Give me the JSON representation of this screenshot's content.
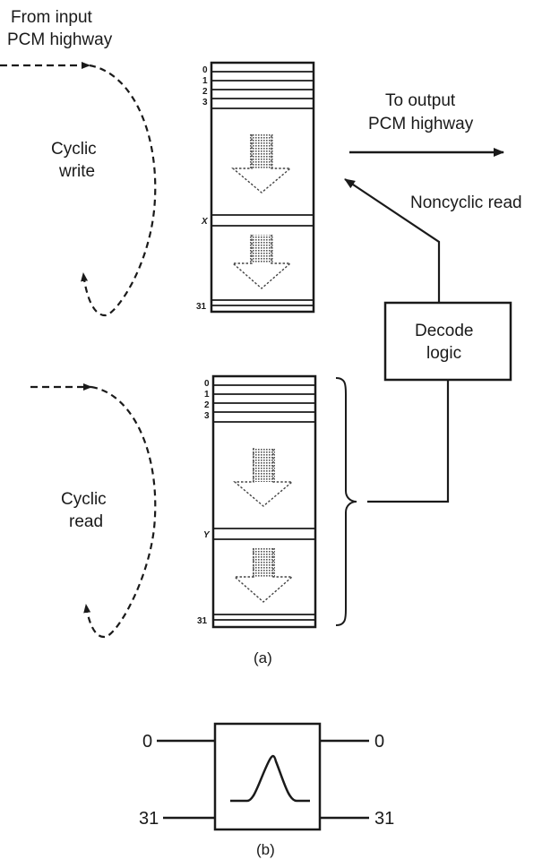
{
  "part_a": {
    "input_label": [
      "From input",
      "PCM highway"
    ],
    "output_label": [
      "To output",
      "PCM highway"
    ],
    "cyclic_write_label": [
      "Cyclic",
      "write"
    ],
    "cyclic_read_label": [
      "Cyclic",
      "read"
    ],
    "noncyclic_read_label": "Noncyclic read",
    "decode_logic_label": [
      "Decode",
      "logic"
    ],
    "speech_store": {
      "slot_labels": [
        "0",
        "1",
        "2",
        "3"
      ],
      "x_label": "X",
      "last_label": "31"
    },
    "control_store": {
      "slot_labels": [
        "0",
        "1",
        "2",
        "3"
      ],
      "y_label": "Y",
      "last_label": "31"
    },
    "caption": "(a)"
  },
  "part_b": {
    "left_top_label": "0",
    "left_bottom_label": "31",
    "right_top_label": "0",
    "right_bottom_label": "31",
    "caption": "(b)"
  },
  "colors": {
    "ink": "#1a1a1a",
    "background": "#ffffff"
  }
}
